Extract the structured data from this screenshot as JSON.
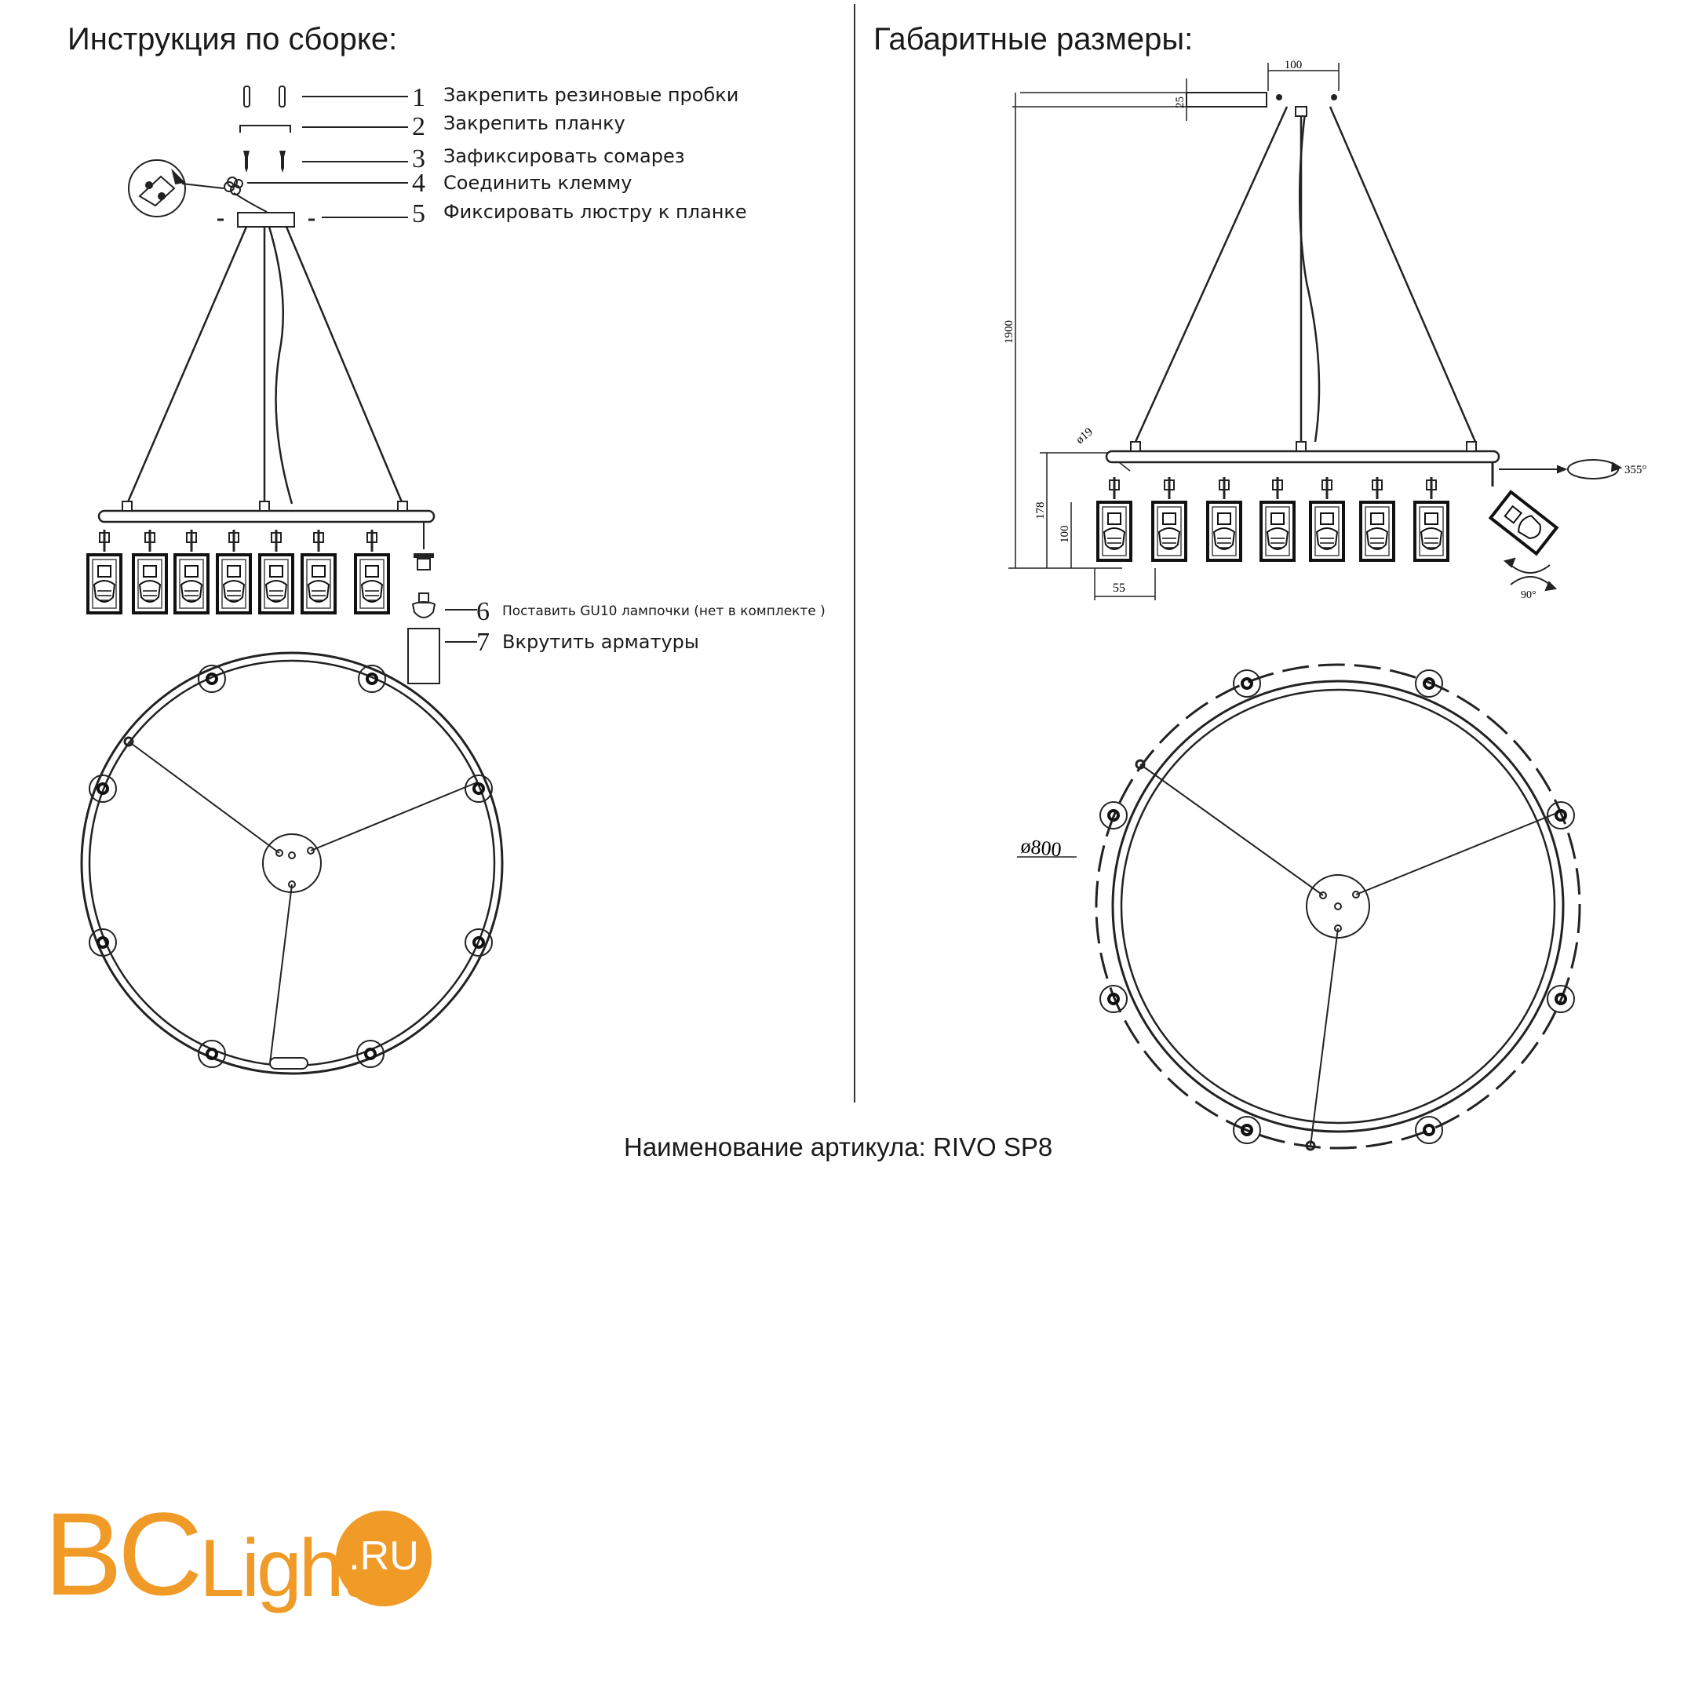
{
  "headings": {
    "assembly": "Инструкция по сборке:",
    "dimensions": "Габаритные размеры:"
  },
  "steps": [
    {
      "num": "1",
      "label": "Закрепить резиновые пробки"
    },
    {
      "num": "2",
      "label": "Закрепить планку"
    },
    {
      "num": "3",
      "label": "Зафиксировать сомарез"
    },
    {
      "num": "4",
      "label": "Соединить клемму"
    },
    {
      "num": "5",
      "label": "Фиксировать люстру к планке"
    },
    {
      "num": "6",
      "label": "Поставить GU10 лампочки (нет в комплекте )"
    },
    {
      "num": "7",
      "label": "Вкрутить арматуры"
    }
  ],
  "dimensions": {
    "canopy_width": "100",
    "canopy_height": "25",
    "total_height": "1900",
    "tube_diameter": "ø19",
    "lamp_block_height": "178",
    "shade_height": "100",
    "shade_width": "55",
    "rotation_horizontal": "355°",
    "rotation_vertical": "90°",
    "ring_diameter": "ø800"
  },
  "article": "Наименование артикула: RIVO SP8",
  "logo": {
    "bc": "BC",
    "light": "Light",
    "ru": ".RU",
    "color": "#f09a27"
  }
}
